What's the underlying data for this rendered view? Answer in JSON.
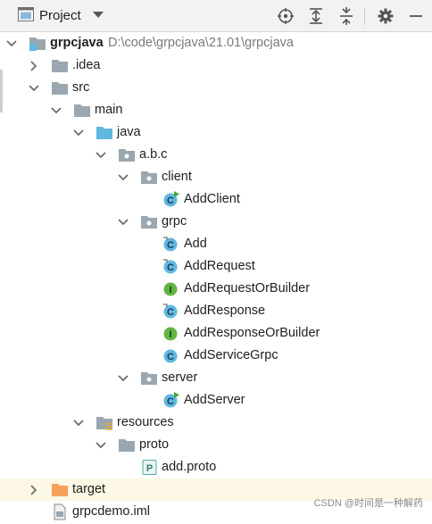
{
  "header": {
    "title": "Project",
    "icons": [
      "project-icon",
      "chevron-down-icon",
      "locate-icon",
      "expand-all-icon",
      "collapse-all-icon",
      "gear-icon",
      "minimize-icon"
    ]
  },
  "tree": {
    "root": {
      "name": "grpcjava",
      "path": "D:\\code\\grpcjava\\21.01\\grpcjava"
    },
    "idea": ".idea",
    "src": "src",
    "main": "main",
    "java": "java",
    "pkg": "a.b.c",
    "client": "client",
    "add_client": "AddClient",
    "grpc": "grpc",
    "add": "Add",
    "add_request": "AddRequest",
    "add_request_or_builder": "AddRequestOrBuilder",
    "add_response": "AddResponse",
    "add_response_or_builder": "AddResponseOrBuilder",
    "add_service_grpc": "AddServiceGrpc",
    "server": "server",
    "add_server": "AddServer",
    "resources": "resources",
    "proto": "proto",
    "add_proto": "add.proto",
    "target": "target",
    "iml": "grpcdemo.iml"
  },
  "badges": {
    "class": "C",
    "interface": "I",
    "proto": "P"
  },
  "colors": {
    "folder": "#9aa7b0",
    "source_folder": "#5fb8e0",
    "excluded_folder": "#f5a35c",
    "class_badge": "#5fb8e0",
    "interface_badge": "#62b543",
    "run_marker": "#3fa83f",
    "highlight_row": "#fcf8e5"
  },
  "watermark": "CSDN @时间是一种解药"
}
